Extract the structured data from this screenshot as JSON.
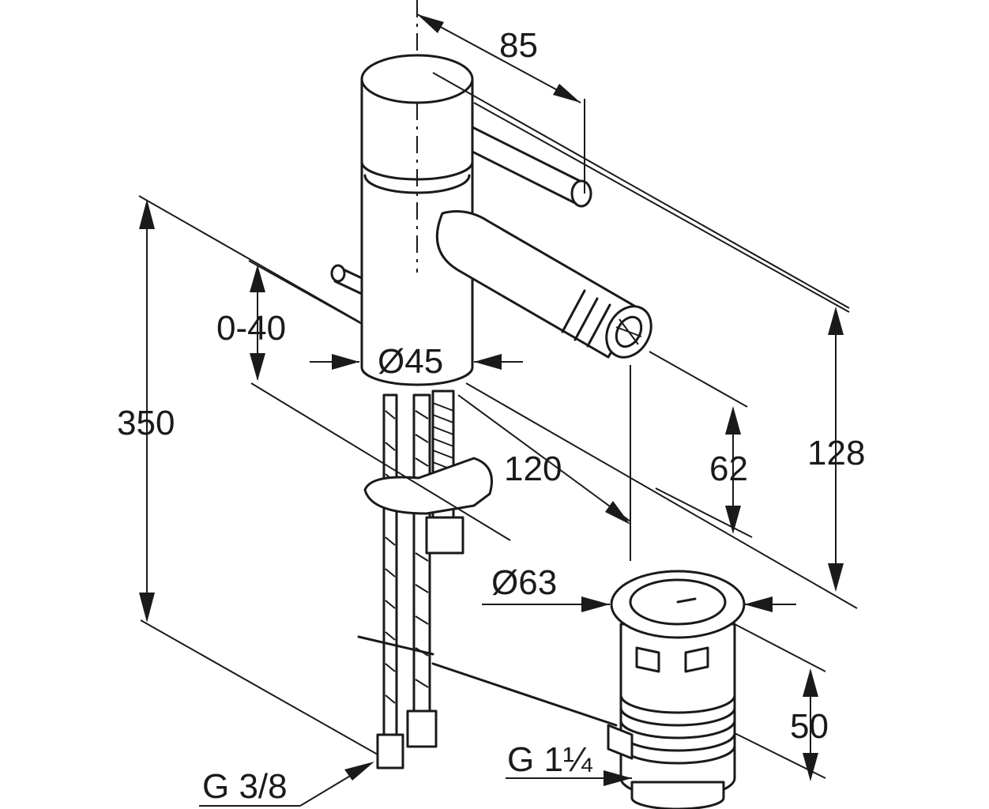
{
  "diagram": {
    "dimensions": {
      "reach": "85",
      "spout_height_range": "0-40",
      "body_diameter": "Ø45",
      "total_height": "350",
      "depth": "120",
      "outlet_height": "62",
      "overall_height": "128",
      "waste_diameter": "Ø63",
      "waste_height": "50",
      "hose_thread": "G 3/8",
      "waste_thread": "G 1¼"
    },
    "colors": {
      "ink": "#1a1a1a",
      "paper": "#ffffff"
    }
  }
}
